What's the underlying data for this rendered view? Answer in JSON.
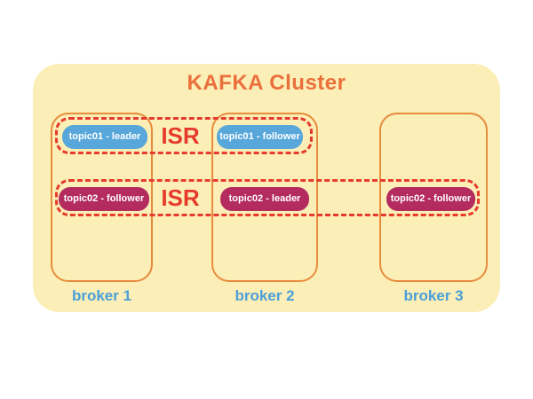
{
  "diagram": {
    "title": "KAFKA Cluster",
    "brokers": [
      {
        "label": "broker 1"
      },
      {
        "label": "broker 2"
      },
      {
        "label": "broker 3"
      }
    ],
    "badges": {
      "broker1_topic01": "topic01 - leader",
      "broker2_topic01": "topic01 - follower",
      "broker1_topic02": "topic02 - follower",
      "broker2_topic02": "topic02 - leader",
      "broker3_topic02": "topic02 - follower"
    },
    "isr_groups": [
      {
        "label": "ISR",
        "topic": "topic01",
        "spans_brokers": [
          "broker 1",
          "broker 2"
        ]
      },
      {
        "label": "ISR",
        "topic": "topic02",
        "spans_brokers": [
          "broker 1",
          "broker 2",
          "broker 3"
        ]
      }
    ],
    "colors": {
      "cluster_background": "#FBEEB6",
      "broker_border_orange": "#E78C3E",
      "title_orange": "#EB6F3D",
      "isr_red": "#E63B2C",
      "topic01_blue": "#58A7DA",
      "topic02_crimson": "#B32B5F",
      "broker_label_blue": "#4B9FD9"
    }
  }
}
